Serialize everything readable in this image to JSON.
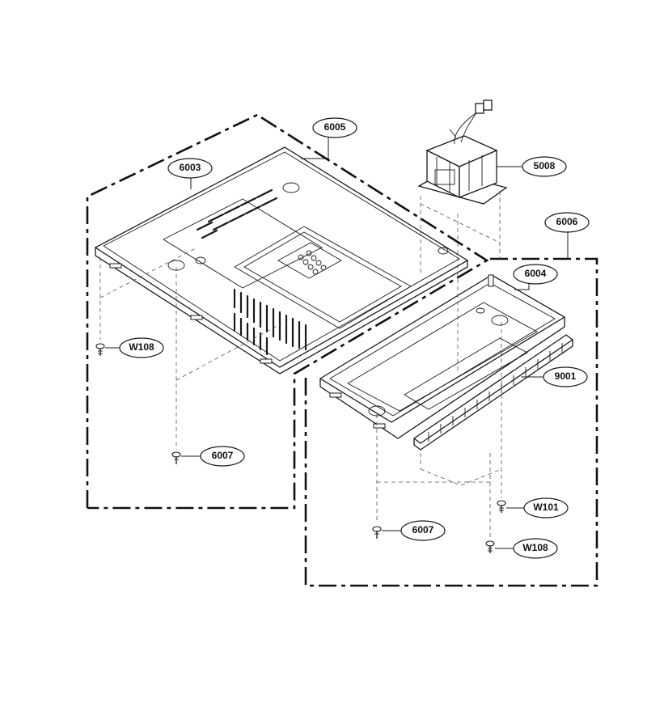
{
  "callouts": {
    "c6005": "6005",
    "c6003": "6003",
    "c5008": "5008",
    "c6006": "6006",
    "c6004": "6004",
    "c9001": "9001",
    "cW108a": "W108",
    "c6007a": "6007",
    "cW101": "W101",
    "c6007b": "6007",
    "cW108b": "W108"
  }
}
